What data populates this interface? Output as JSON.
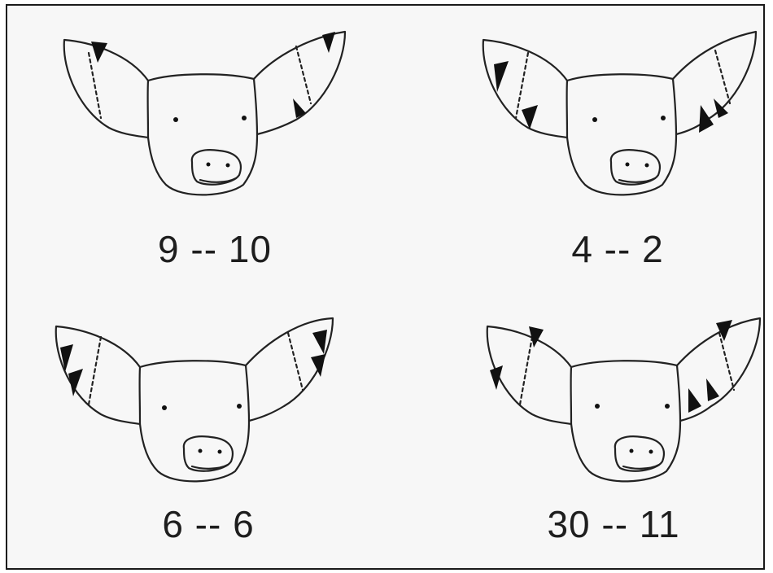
{
  "colors": {
    "line": "#222222",
    "notch": "#111111",
    "background": "#f7f7f7",
    "frame": "#1a1a1a"
  },
  "pigs": [
    {
      "label": "9 -- 10"
    },
    {
      "label": "4 -- 2"
    },
    {
      "label": "6 -- 6"
    },
    {
      "label": "30 -- 11"
    }
  ]
}
